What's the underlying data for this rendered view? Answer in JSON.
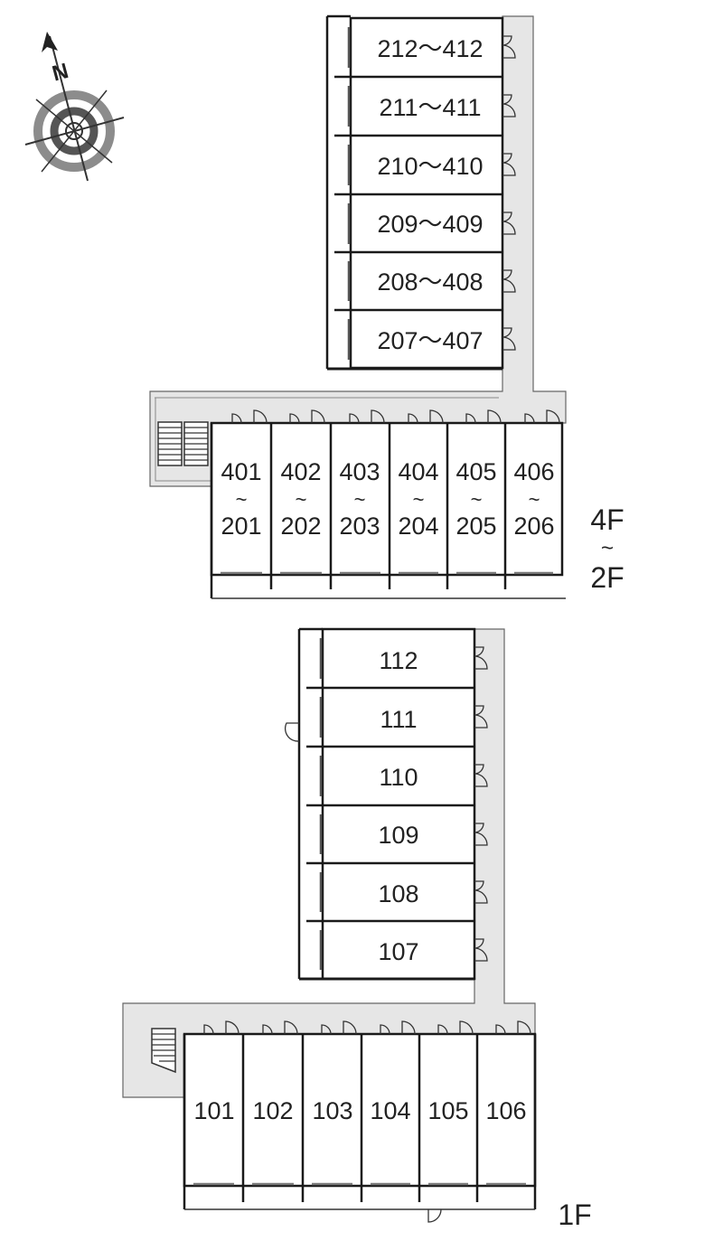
{
  "colors": {
    "corridor": "#e6e6e6",
    "wall": "#1a1a1a",
    "text": "#222222"
  },
  "compass": {
    "north_label": "N",
    "icon": "compass-rose-icon"
  },
  "upper_block": {
    "floor_label_top": "4F",
    "floor_label_sep": "~",
    "floor_label_bottom": "2F",
    "side_wing_units": [
      "212〜412",
      "211〜411",
      "210〜410",
      "209〜409",
      "208〜408",
      "207〜407"
    ],
    "front_row_units": [
      {
        "top": "401",
        "sep": "~",
        "bottom": "201"
      },
      {
        "top": "402",
        "sep": "~",
        "bottom": "202"
      },
      {
        "top": "403",
        "sep": "~",
        "bottom": "203"
      },
      {
        "top": "404",
        "sep": "~",
        "bottom": "204"
      },
      {
        "top": "405",
        "sep": "~",
        "bottom": "205"
      },
      {
        "top": "406",
        "sep": "~",
        "bottom": "206"
      }
    ]
  },
  "lower_block": {
    "floor_label": "1F",
    "side_wing_units": [
      "112",
      "111",
      "110",
      "109",
      "108",
      "107"
    ],
    "front_row_units": [
      "101",
      "102",
      "103",
      "104",
      "105",
      "106"
    ]
  }
}
